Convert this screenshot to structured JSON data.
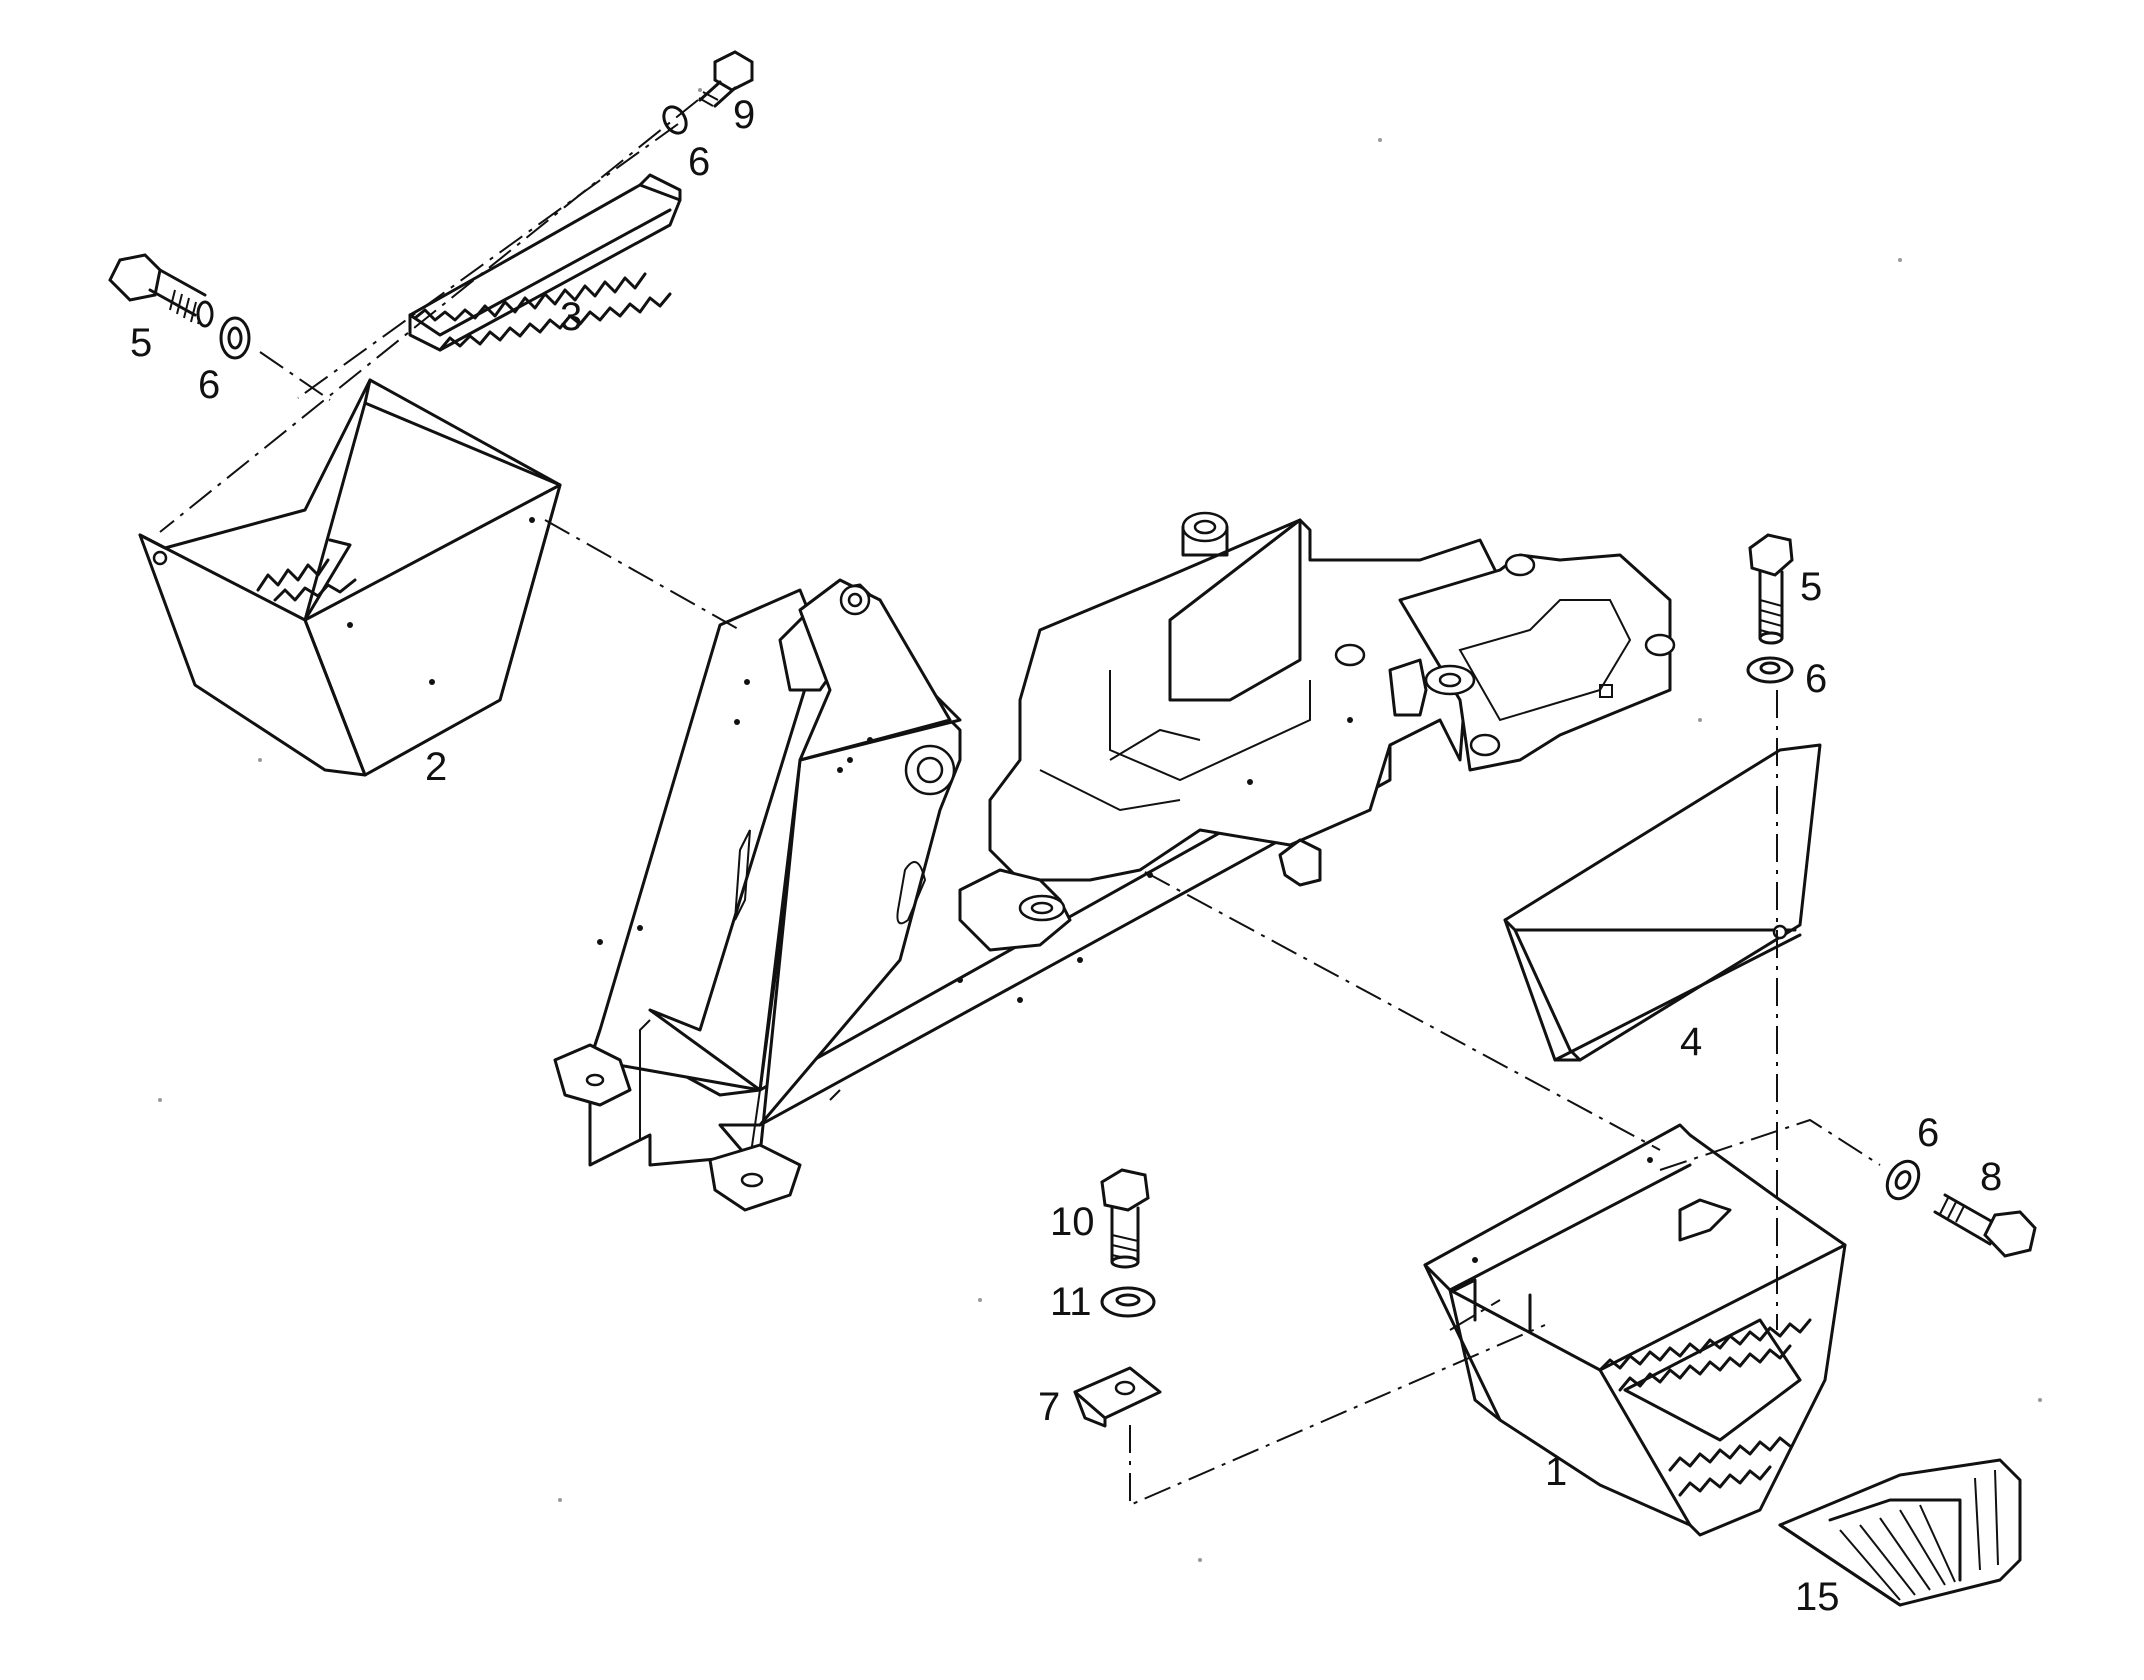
{
  "callouts": [
    {
      "id": "c1",
      "label": "1"
    },
    {
      "id": "c2",
      "label": "2"
    },
    {
      "id": "c3",
      "label": "3"
    },
    {
      "id": "c4",
      "label": "4"
    },
    {
      "id": "c5a",
      "label": "5"
    },
    {
      "id": "c5b",
      "label": "5"
    },
    {
      "id": "c6a",
      "label": "6"
    },
    {
      "id": "c6b",
      "label": "6"
    },
    {
      "id": "c6c",
      "label": "6"
    },
    {
      "id": "c6d",
      "label": "6"
    },
    {
      "id": "c7",
      "label": "7"
    },
    {
      "id": "c8",
      "label": "8"
    },
    {
      "id": "c9",
      "label": "9"
    },
    {
      "id": "c10",
      "label": "10"
    },
    {
      "id": "c11",
      "label": "11"
    },
    {
      "id": "c15",
      "label": "15"
    }
  ]
}
